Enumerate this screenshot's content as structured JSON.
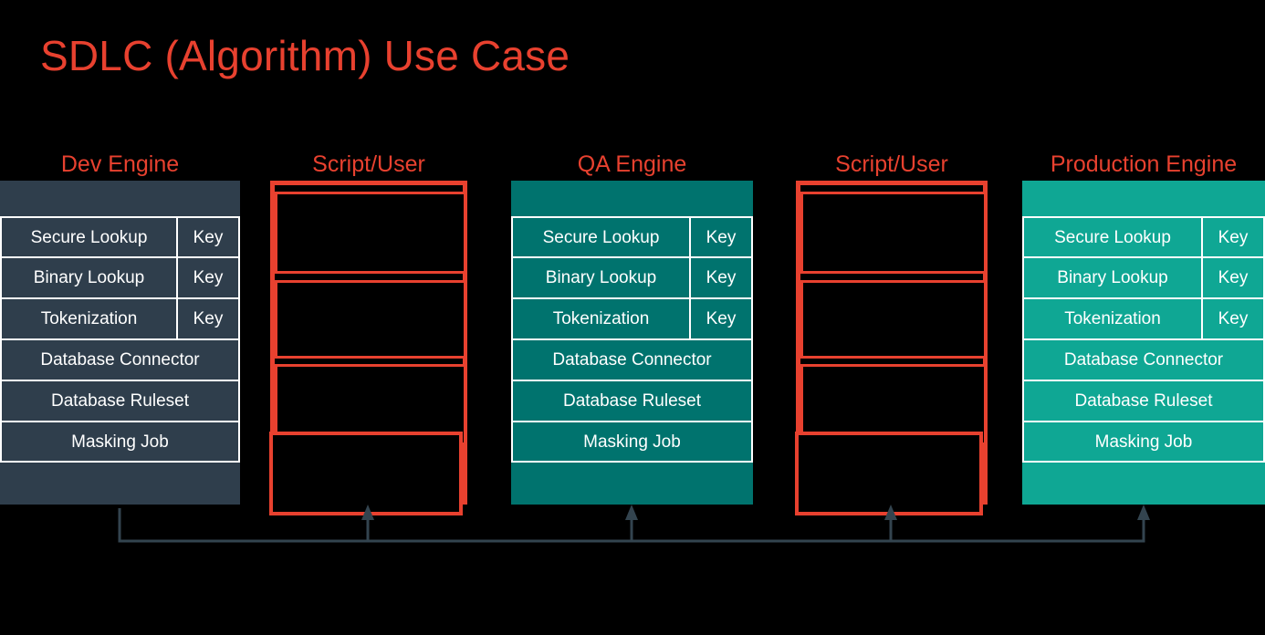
{
  "slide": {
    "title": "SDLC (Algorithm) Use Case",
    "background": "#000000",
    "accent_red": "#E8412F",
    "dev_panel_color": "#2F3E4C",
    "qa_panel_color": "#00736E",
    "prod_panel_color": "#0FA794",
    "connector_color": "#33444F"
  },
  "columns": [
    {
      "id": "dev-engine",
      "type": "engine",
      "header": "Dev Engine",
      "theme": "dev",
      "rows": [
        {
          "label": "Secure Lookup",
          "key": "Key"
        },
        {
          "label": "Binary Lookup",
          "key": "Key"
        },
        {
          "label": "Tokenization",
          "key": "Key"
        },
        {
          "label": "Database Connector",
          "key": ""
        },
        {
          "label": "Database Ruleset",
          "key": ""
        },
        {
          "label": "Masking Job",
          "key": ""
        }
      ]
    },
    {
      "id": "script-user-1",
      "type": "script",
      "header": "Script/User",
      "boxes": [
        "",
        "",
        "",
        ""
      ]
    },
    {
      "id": "qa-engine",
      "type": "engine",
      "header": "QA Engine",
      "theme": "qa",
      "rows": [
        {
          "label": "Secure Lookup",
          "key": "Key"
        },
        {
          "label": "Binary Lookup",
          "key": "Key"
        },
        {
          "label": "Tokenization",
          "key": "Key"
        },
        {
          "label": "Database Connector",
          "key": ""
        },
        {
          "label": "Database Ruleset",
          "key": ""
        },
        {
          "label": "Masking Job",
          "key": ""
        }
      ]
    },
    {
      "id": "script-user-2",
      "type": "script",
      "header": "Script/User",
      "boxes": [
        "",
        "",
        "",
        ""
      ]
    },
    {
      "id": "production-engine",
      "type": "engine",
      "header": "Production Engine",
      "theme": "prod",
      "rows": [
        {
          "label": "Secure Lookup",
          "key": "Key"
        },
        {
          "label": "Binary Lookup",
          "key": "Key"
        },
        {
          "label": "Tokenization",
          "key": "Key"
        },
        {
          "label": "Database Connector",
          "key": ""
        },
        {
          "label": "Database Ruleset",
          "key": ""
        },
        {
          "label": "Masking Job",
          "key": ""
        }
      ]
    }
  ],
  "flow": {
    "arrow_count": 4,
    "direction": "up"
  }
}
